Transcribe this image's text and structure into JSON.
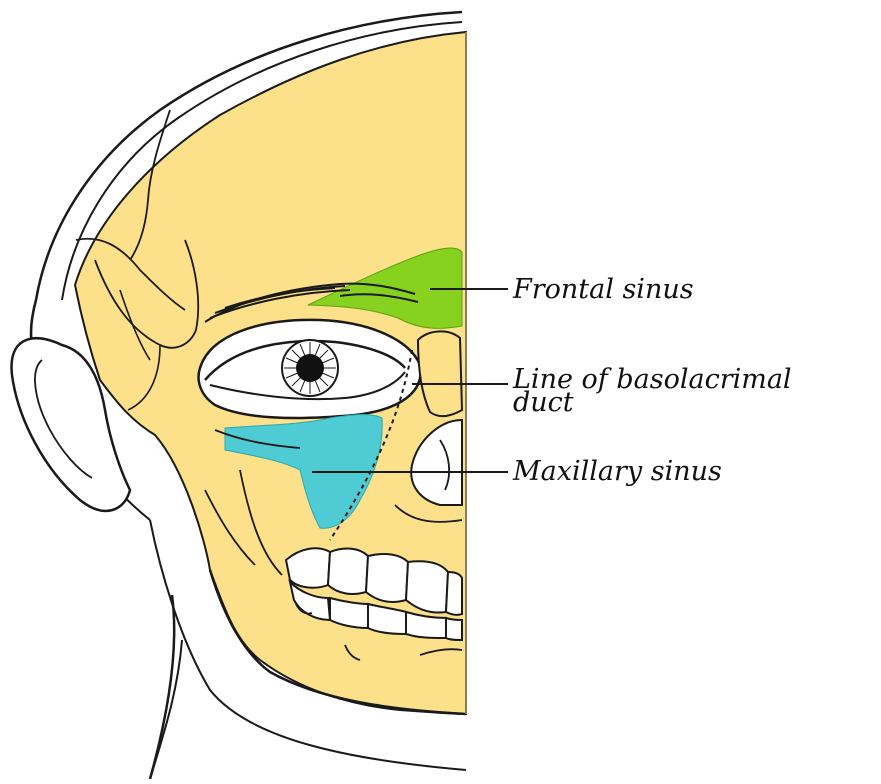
{
  "labels": {
    "frontal_sinus": "Frontal sinus",
    "nasolacrimal_line1": "Line of basolacrimal",
    "nasolacrimal_line2": "duct",
    "maxillary_sinus": "Maxillary sinus"
  },
  "colors": {
    "bone": "#FDE08A",
    "frontal_sinus": "#86D21E",
    "maxillary_sinus": "#4ECBD3",
    "outline": "#1a1a1a",
    "background": "#FFFFFF"
  }
}
